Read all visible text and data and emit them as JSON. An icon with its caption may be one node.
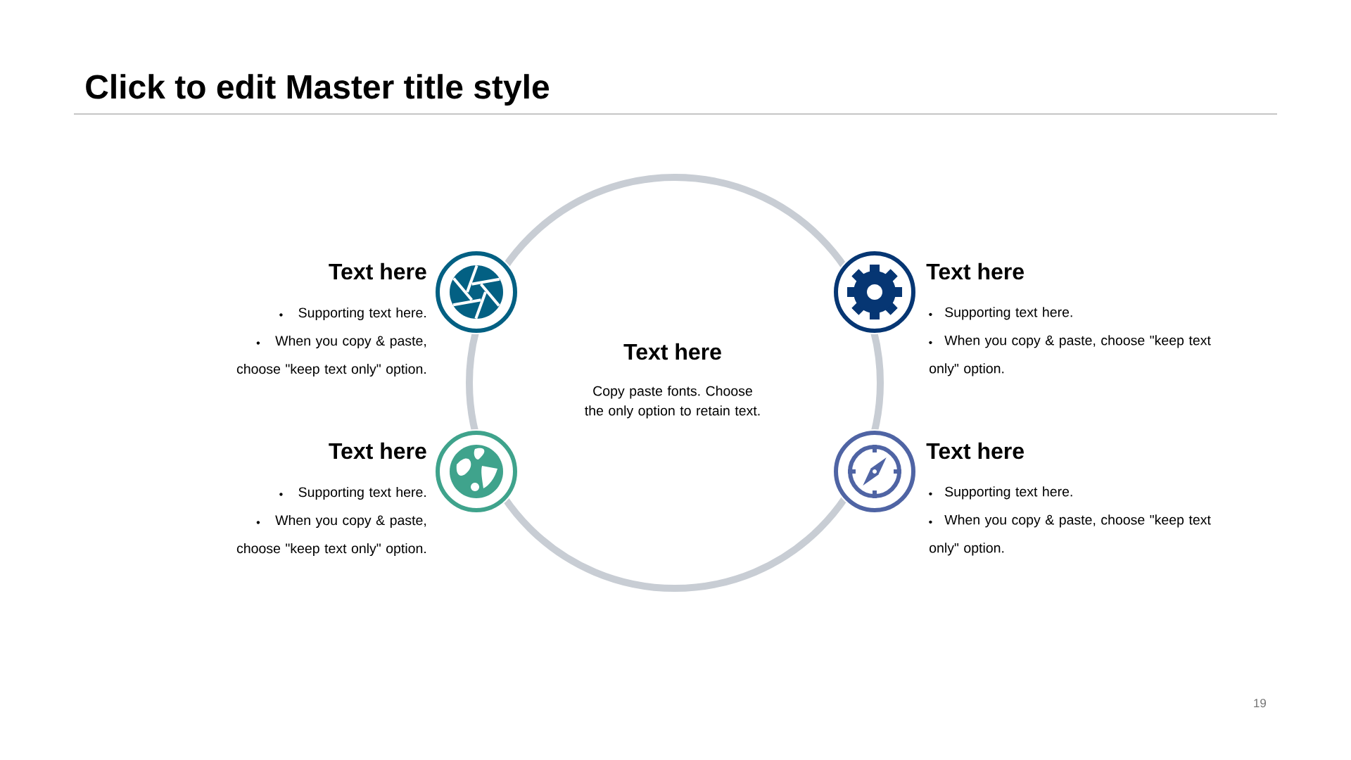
{
  "diagram": {
    "title": "Click to edit Master title style",
    "nodes": [
      {
        "text": [
          "Text here",
          "Copy paste fonts. Choose the only option to retain text."
        ]
      }
    ],
    "labels": [
      "Text here",
      "Supporting text here.",
      "When you copy & paste, choose \"keep text only\" option.",
      "Text here",
      "Supporting text here.",
      "When you copy & paste, choose \"keep text only\" option.",
      "Text here",
      "Supporting text here.",
      "When you copy & paste, choose \"keep text only\" option.",
      "Text here",
      "Supporting text here.",
      "When you copy & paste, choose \"keep text only\" option.",
      "19"
    ]
  }
}
